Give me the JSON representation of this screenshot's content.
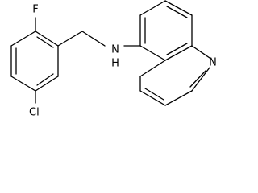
{
  "molecule": {
    "atoms": {
      "fluorine": "F",
      "chlorine": "Cl",
      "amine_n": "N",
      "amine_h": "H",
      "ring_n": "N"
    },
    "colors": {
      "bond": "#000000",
      "label": "#000000",
      "background": "#ffffff"
    }
  }
}
